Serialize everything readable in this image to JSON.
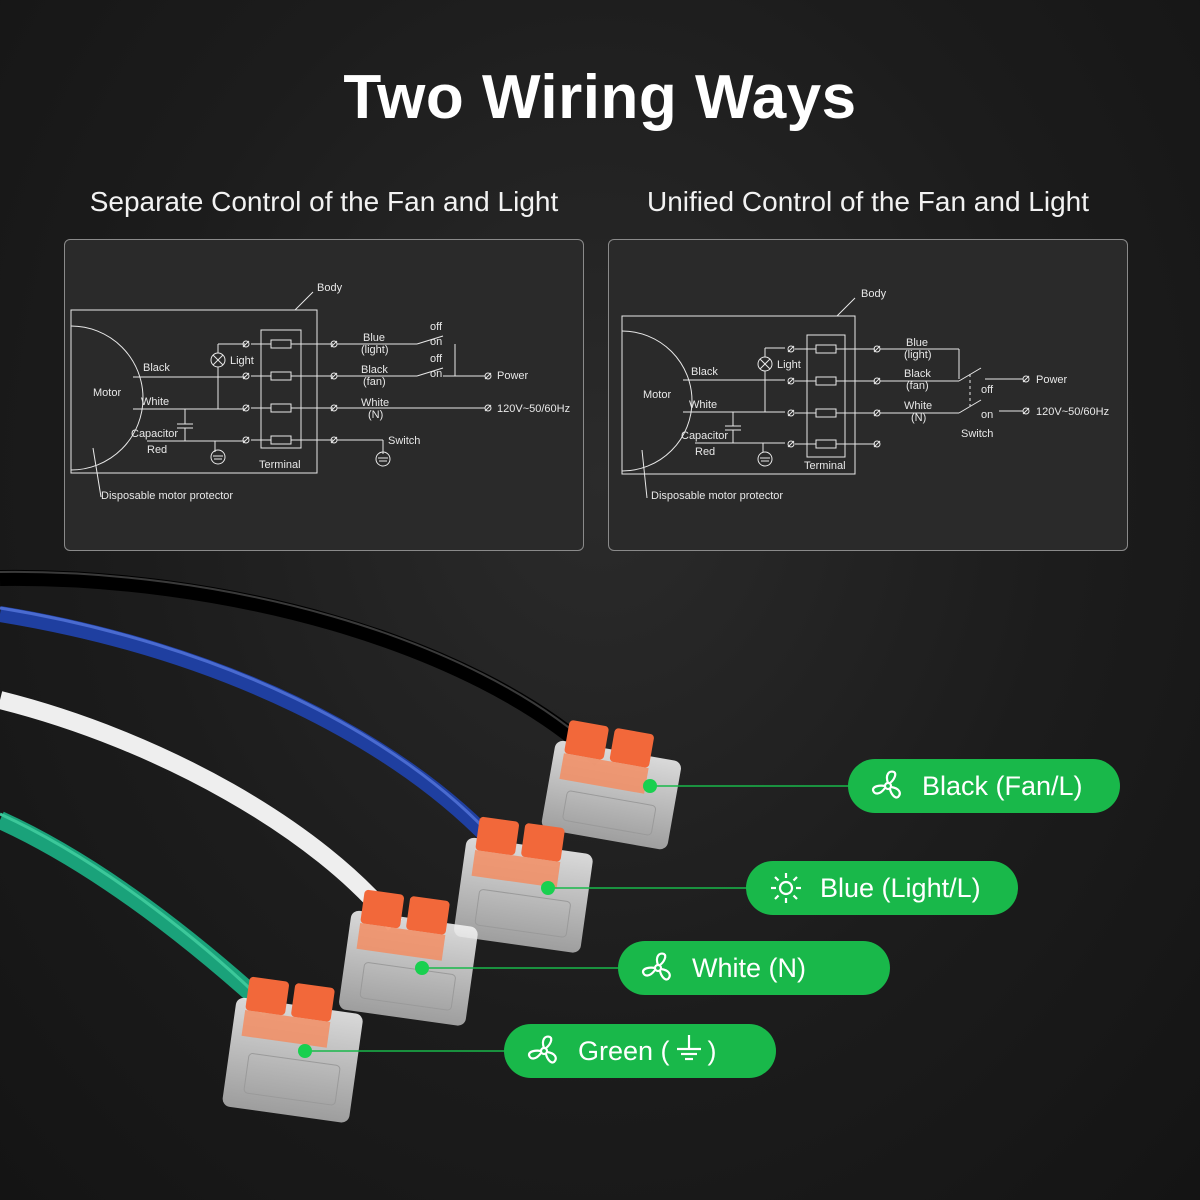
{
  "title": "Two Wiring Ways",
  "left_diagram": {
    "heading": "Separate Control of the Fan and Light",
    "labels": {
      "body": "Body",
      "motor": "Motor",
      "black": "Black",
      "white": "White",
      "capacitor": "Capacitor",
      "red": "Red",
      "light": "Light",
      "terminal": "Terminal",
      "blue_light": "Blue",
      "blue_light_sub": "(light)",
      "black_fan": "Black",
      "black_fan_sub": "(fan)",
      "white_n": "White",
      "white_n_sub": "(N)",
      "off1": "off",
      "on1": "on",
      "off2": "off",
      "on2": "on",
      "power": "Power",
      "voltage": "120V~50/60Hz",
      "switch": "Switch",
      "protector": "Disposable motor protector"
    }
  },
  "right_diagram": {
    "heading": "Unified Control of the Fan and Light",
    "labels": {
      "body": "Body",
      "motor": "Motor",
      "black": "Black",
      "white": "White",
      "capacitor": "Capacitor",
      "red": "Red",
      "light": "Light",
      "terminal": "Terminal",
      "blue_light": "Blue",
      "blue_light_sub": "(light)",
      "black_fan": "Black",
      "black_fan_sub": "(fan)",
      "white_n": "White",
      "white_n_sub": "(N)",
      "off": "off",
      "on": "on",
      "power": "Power",
      "voltage": "120V~50/60Hz",
      "switch": "Switch",
      "protector": "Disposable motor protector"
    }
  },
  "wire_labels": [
    {
      "text": "Black (Fan/L)",
      "icon": "fan-icon"
    },
    {
      "text": "Blue (Light/L)",
      "icon": "sun-icon"
    },
    {
      "text": "White (N)",
      "icon": "fan-icon"
    },
    {
      "text": "Green (",
      "suffix": ")",
      "icon": "fan-icon",
      "inline_icon": "ground-icon"
    }
  ],
  "colors": {
    "accent_green": "#19b84a",
    "wire_black": "#0e0e0e",
    "wire_blue": "#1f3fa0",
    "wire_white": "#f0f0f0",
    "wire_green": "#1aa27a",
    "connector_orange": "#f2683a"
  }
}
